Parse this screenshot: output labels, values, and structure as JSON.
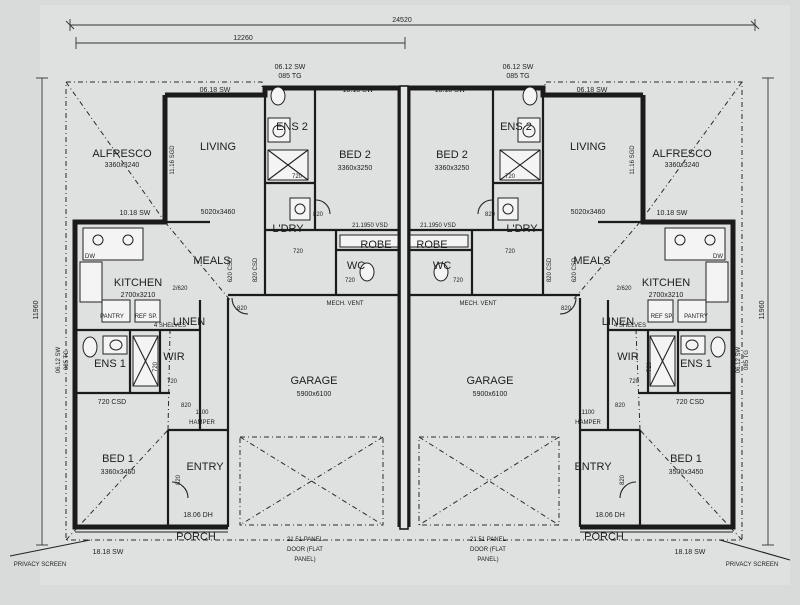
{
  "dimensions": {
    "overall_width": "24520",
    "half_width": "12260",
    "depth_left": "11960",
    "depth_right": "11960"
  },
  "windows": {
    "w_085_l": "085 TG",
    "w_085_r": "085 TG",
    "w_0612_l": "06.12 SW",
    "w_0612_r": "06.12 SW",
    "w_0618_l": "06.18 SW",
    "w_0618_r": "06.18 SW",
    "w_1818_l": "18.18 SW",
    "w_1818_r": "18.18 SW",
    "w_1018_l": "10.18 SW",
    "w_1018_r": "10.18 SW",
    "w_1018_kr": "10.18 SW",
    "w_0612_lv": "06.12 SW",
    "w_085_lv": "085 TG",
    "w_0612_rv": "06.12 SW",
    "w_085_rv": "085 TG",
    "w_1116_l": "11.16 SGD",
    "w_1116_r": "11.16 SGD",
    "w_1606_l": "18.06 DH",
    "w_1606_r": "18.06 DH",
    "w_1618_l": "18.18 SW",
    "w_1618_r": "18.18 SW",
    "w_2119_l": "21.1950 VSD",
    "w_2119_r": "21.1950 VSD"
  },
  "rooms": {
    "alfresco_l": {
      "name": "ALFRESCO",
      "size": "3360x3240"
    },
    "alfresco_r": {
      "name": "ALFRESCO",
      "size": "3360x3240"
    },
    "living_l": {
      "name": "LIVING",
      "size": "5020x3460"
    },
    "living_r": {
      "name": "LIVING",
      "size": "5020x3460"
    },
    "meals_l": "MEALS",
    "meals_r": "MEALS",
    "kitchen_l": {
      "name": "KITCHEN",
      "size": "2700x3210"
    },
    "kitchen_r": {
      "name": "KITCHEN",
      "size": "2700x3210"
    },
    "ens2_l": "ENS 2",
    "ens2_r": "ENS 2",
    "bed2_l": {
      "name": "BED 2",
      "size": "3360x3250"
    },
    "bed2_r": {
      "name": "BED 2",
      "size": "3360x3250"
    },
    "ldry_l": "L'DRY",
    "ldry_r": "L'DRY",
    "robe_l": "ROBE",
    "robe_r": "ROBE",
    "wc_l": "WC",
    "wc_r": "WC",
    "mech_vent_l": "MECH. VENT",
    "mech_vent_r": "MECH. VENT",
    "garage_l": {
      "name": "GARAGE",
      "size": "5900x6100"
    },
    "garage_r": {
      "name": "GARAGE",
      "size": "5900x6100"
    },
    "linen_l": "LINEN",
    "linen_r": "LINEN",
    "ens1_l": "ENS 1",
    "ens1_r": "ENS 1",
    "wir_l": "WIR",
    "wir_r": "WIR",
    "bed1_l": {
      "name": "BED 1",
      "size": "3360x3450"
    },
    "bed1_r": {
      "name": "BED 1",
      "size": "3500x3450"
    },
    "entry_l": "ENTRY",
    "entry_r": "ENTRY",
    "porch_l": "PORCH",
    "porch_r": "PORCH",
    "hamper_l": "HAMPER",
    "hamper_r": "HAMPER",
    "pantry_l": "PANTRY",
    "pantry_r": "PANTRY",
    "ref_l": "REF SP.",
    "ref_r": "REF SP.",
    "shelves_l": "4 SHELVES",
    "shelves_r": "4 SHELVES",
    "dw_l": "DW",
    "dw_r": "DW"
  },
  "doors": {
    "d720_ens2_l": "720",
    "d720_ens2_r": "720",
    "d820_bed2_l": "820",
    "d820_bed2_r": "820",
    "d720_ldry_l": "720",
    "d720_ldry_r": "720",
    "d720_wc_l": "720",
    "d720_wc_r": "720",
    "d820_gar_l": "820",
    "d820_gar_r": "820",
    "d820_gar2_l": "820",
    "d820_gar2_r": "820",
    "d820_csd_l": "820 CSD",
    "d820_csd_r": "820 CSD",
    "d620_csd_l": "620 CSD",
    "d620_csd_r": "620 CSD",
    "d720_csd_l": "720 CSD",
    "d720_csd_r": "720 CSD",
    "d620_lin_l": "2/620",
    "d620_lin_r": "2/620",
    "d720_ens1_l": "720",
    "d720_ens1_r": "720",
    "d820_bed1_l": "820",
    "d820_bed1_r": "820",
    "d1100_l": "1100",
    "d1100_r": "1100",
    "d820_entry_l": "820",
    "d820_entry_r": "820",
    "d720_wir_l": "720",
    "d720_wir_r": "720"
  },
  "garage_doors": {
    "left": {
      "line1": "21.51 PANEL",
      "line2": "DOOR (FLAT",
      "line3": "PANEL)"
    },
    "right": {
      "line1": "21.51 PANEL",
      "line2": "DOOR (FLAT",
      "line3": "PANEL)"
    }
  },
  "privacy_screen_l": "PRIVACY SCREEN",
  "privacy_screen_r": "PRIVACY SCREEN"
}
